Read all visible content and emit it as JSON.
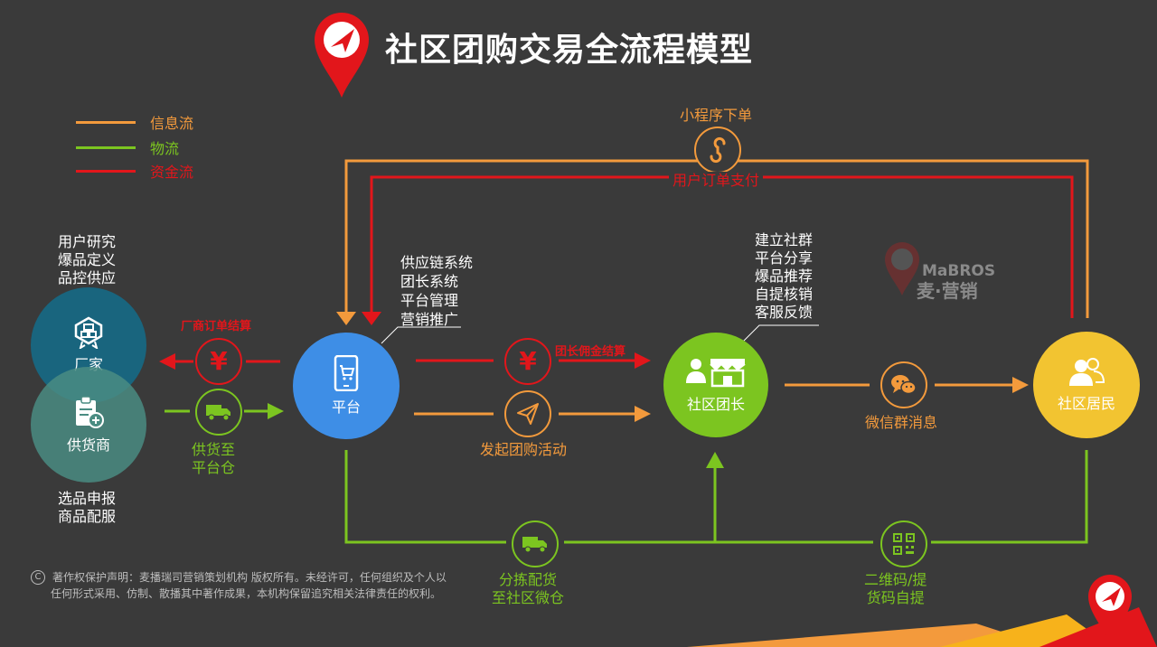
{
  "title": "社区团购交易全流程模型",
  "colors": {
    "info": "#f39a3c",
    "logistics": "#7cc520",
    "money": "#e2161b",
    "background": "#3a3a3a"
  },
  "legend": [
    {
      "label": "信息流",
      "color": "#f39a3c"
    },
    {
      "label": "物流",
      "color": "#7cc520"
    },
    {
      "label": "资金流",
      "color": "#e2161b"
    }
  ],
  "nodes": {
    "manufacturer": {
      "label": "厂家",
      "icon": "certificate-icon",
      "notes": [
        "用户研究",
        "爆品定义",
        "品控供应"
      ]
    },
    "supplier": {
      "label": "供货商",
      "icon": "clipboard-add-icon",
      "notes": [
        "选品申报",
        "商品配服"
      ]
    },
    "platform": {
      "label": "平台",
      "icon": "mobile-cart-icon",
      "notes": [
        "供应链系统",
        "团长系统",
        "平台管理",
        "营销推广"
      ]
    },
    "leader": {
      "label": "社区团长",
      "icon": "shop-person-icon",
      "notes": [
        "建立社群",
        "平台分享",
        "爆品推荐",
        "自提核销",
        "客服反馈"
      ]
    },
    "resident": {
      "label": "社区居民",
      "icon": "users-icon"
    }
  },
  "flows": {
    "mini_program": "小程序下单",
    "user_payment": "用户订单支付",
    "manufacturer_settlement": "厂商订单结算",
    "supply_to_warehouse": [
      "供货至",
      "平台仓"
    ],
    "leader_commission": "团长佣金结算",
    "launch_activity": "发起团购活动",
    "wechat_message": "微信群消息",
    "sort_distribute": [
      "分拣配货",
      "至社区微仓"
    ],
    "qr_pickup": [
      "二维码/提",
      "货码自提"
    ]
  },
  "watermark": {
    "latin": "MaBROS",
    "chinese": "麦·营销"
  },
  "copyright": [
    "著作权保护声明：麦播瑞司营销策划机构 版权所有。未经许可，任何组织及个人以",
    "任何形式采用、仿制、散播其中著作成果，本机构保留追究相关法律责任的权利。"
  ]
}
